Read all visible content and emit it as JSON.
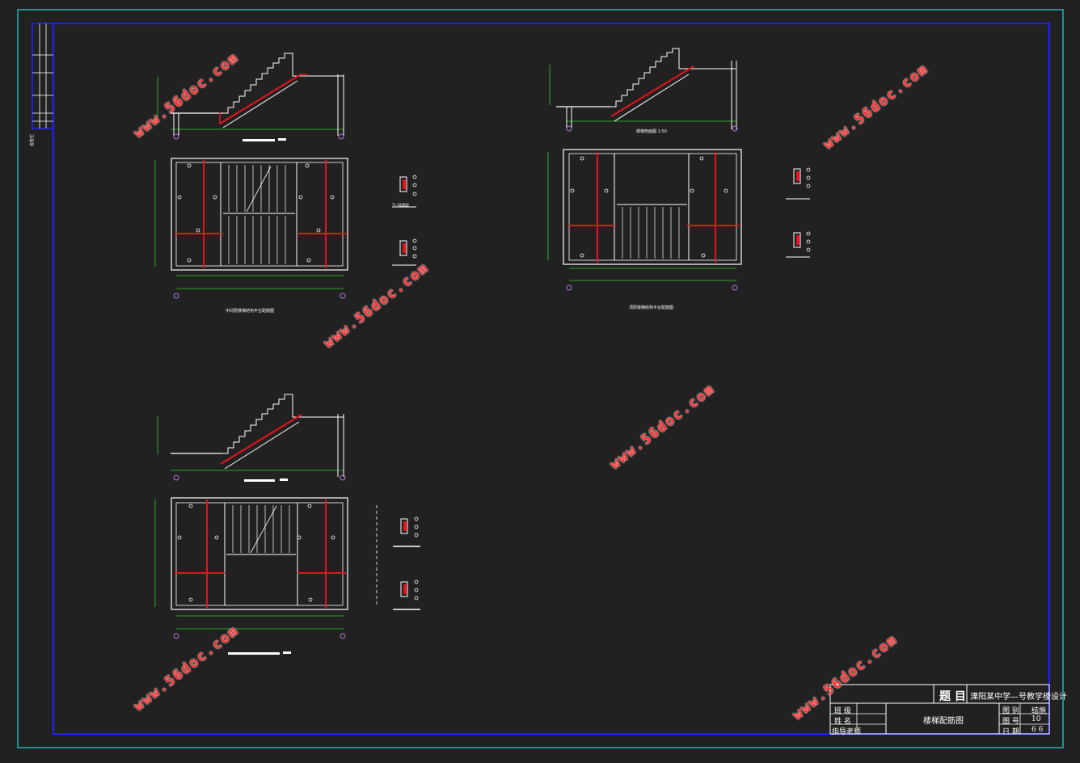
{
  "watermark": {
    "text": "www.56doc.com"
  },
  "title_block": {
    "title_label": "题 目",
    "project_title": "溧阳某中学—号教学楼设计",
    "drawing_name": "楼梯配筋图",
    "rows_left": [
      "班 级",
      "姓 名",
      "指导老师"
    ],
    "rows_right_labels": [
      "图 别",
      "图 号",
      "日 期"
    ],
    "rows_right_values": [
      "结施",
      "10",
      "6 6"
    ]
  },
  "drawings": {
    "top_left_title": "中间层楼梯结构平台配筋图",
    "top_right_title": "顶层楼梯结构平台配筋图",
    "top_right_section_title": "楼梯剖面图  1:50",
    "detail_label": "TL-1配筋图"
  },
  "sidebar_label": "会签栏",
  "colors": {
    "frame_outer": "#23b3b3",
    "frame_inner": "#1c1cff",
    "line": "#ffffff",
    "rebar": "#e8121e",
    "dim": "#21d121",
    "axis": "#b07ad8",
    "watermark": "#ff2d2d"
  }
}
